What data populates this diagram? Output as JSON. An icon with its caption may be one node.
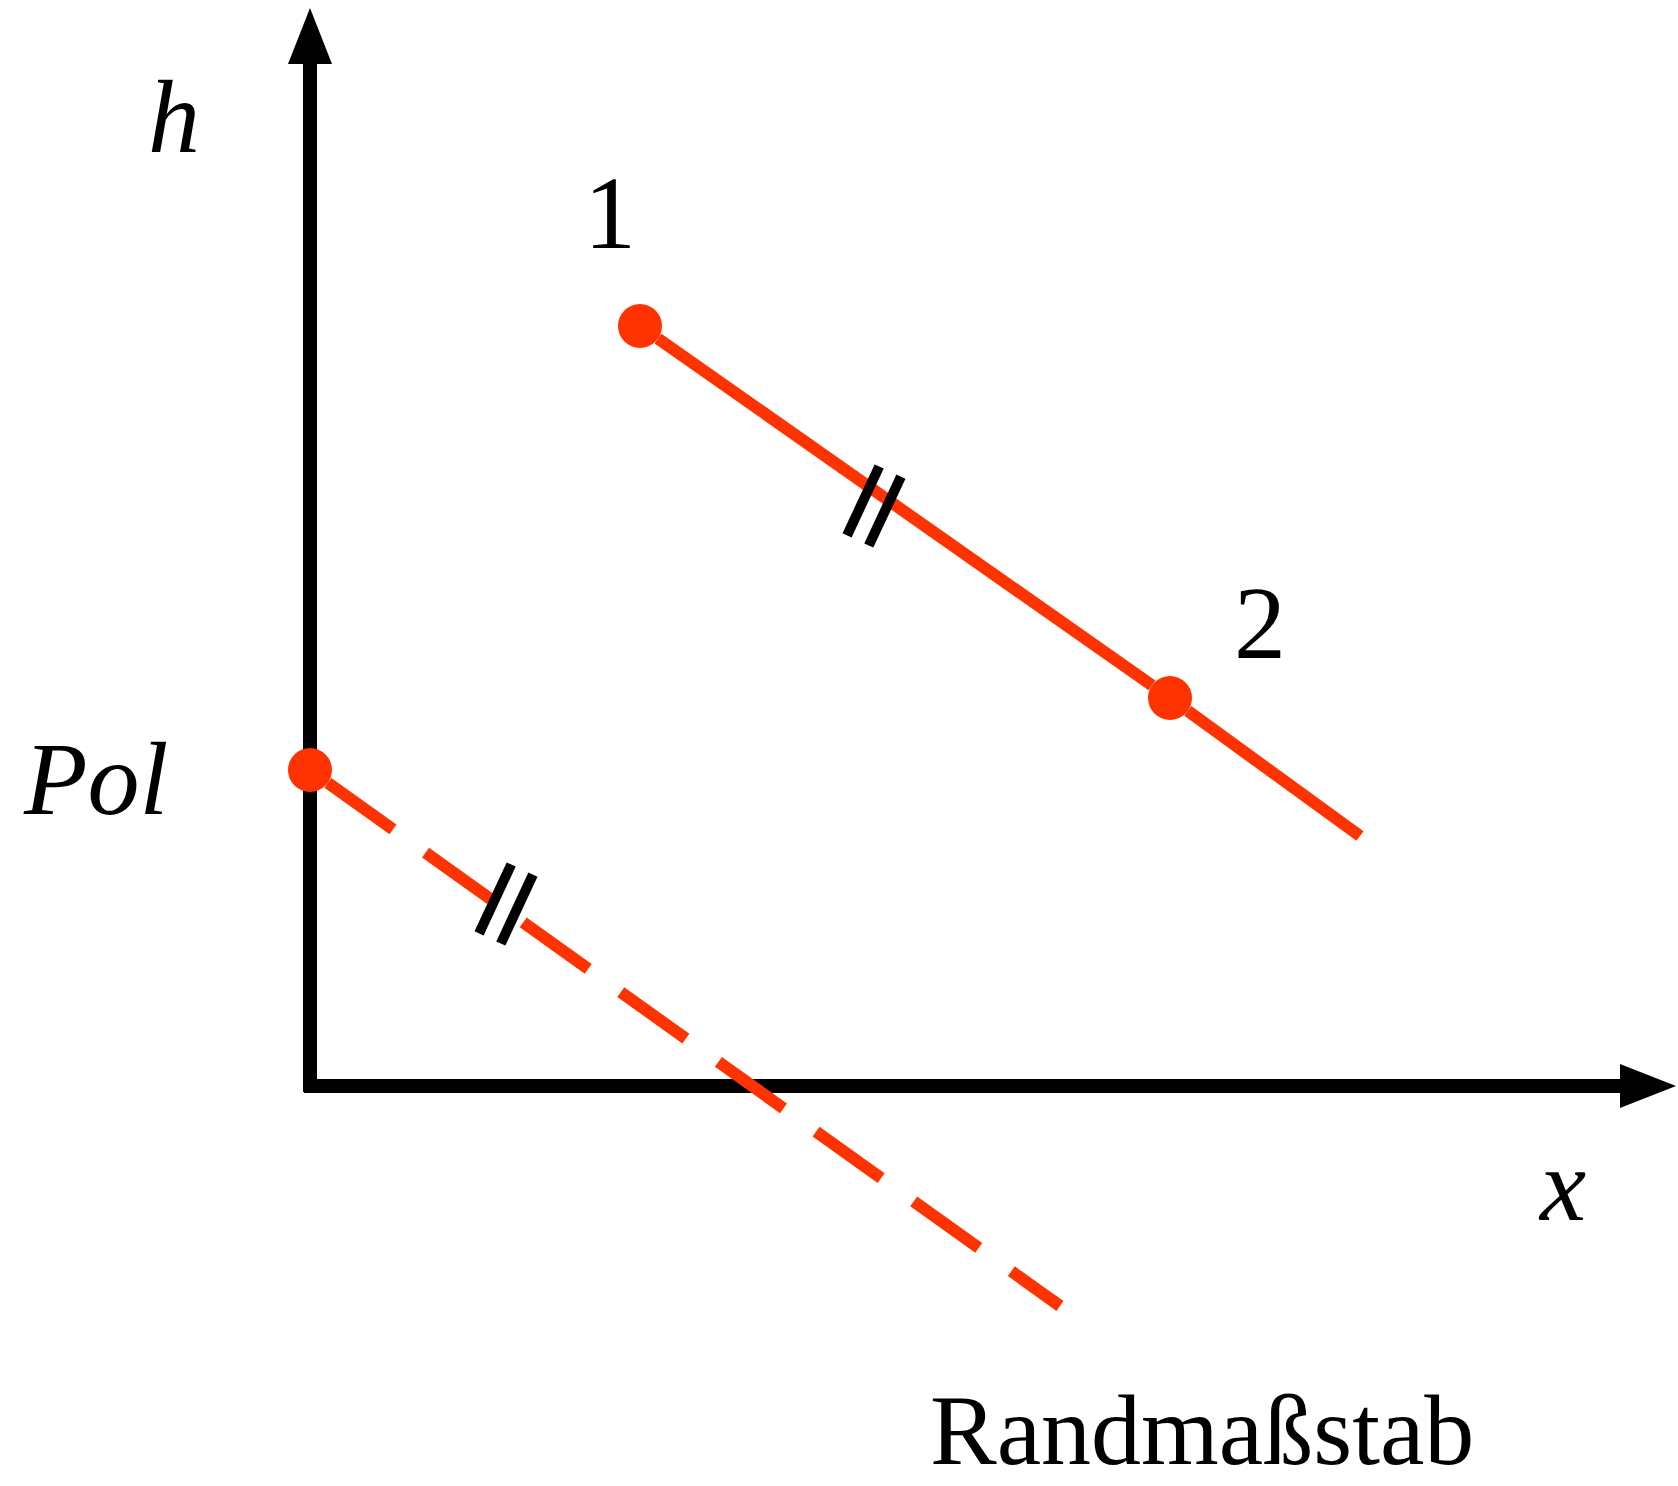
{
  "diagram": {
    "nodes": [
      {
        "text": [],
        "shape": "circle",
        "beside": [
          "1"
        ]
      },
      {
        "text": [],
        "shape": "circle",
        "beside": [
          "2"
        ]
      },
      {
        "text": [],
        "shape": "circle",
        "beside": [
          "Pol"
        ]
      }
    ],
    "edges": [
      {
        "from": 0,
        "to": 1,
        "arrow": "none"
      },
      {
        "from": 1,
        "to": null,
        "arrow": "none"
      },
      {
        "from": 2,
        "to": null,
        "arrow": "none",
        "style": "dashed"
      }
    ],
    "labels": [
      "h",
      "x",
      "Randmaßstab"
    ]
  }
}
